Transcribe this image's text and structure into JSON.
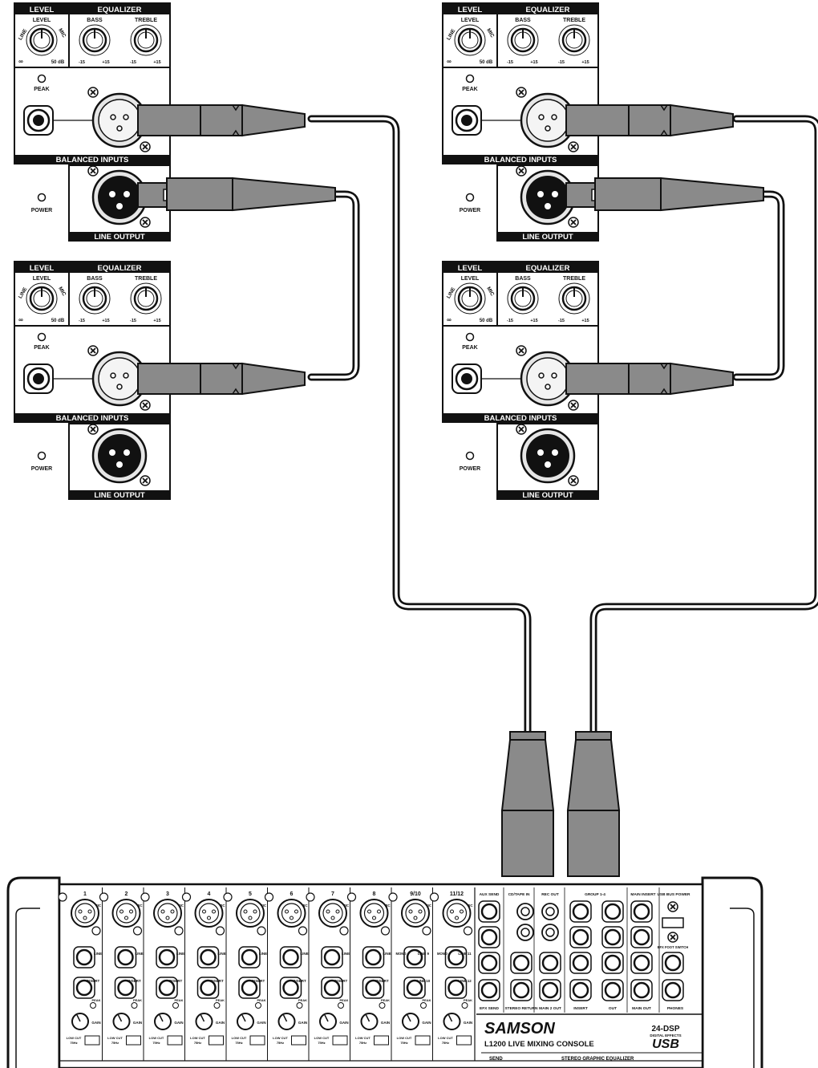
{
  "speaker_panel": {
    "level_header": "LEVEL",
    "eq_header": "EQUALIZER",
    "level_knob": "LEVEL",
    "bass_knob": "BASS",
    "treble_knob": "TREBLE",
    "line_label": "LINE",
    "mic_label": "MIC",
    "inf_label": "∞",
    "db_label": "50 dB",
    "eq_min": "-15",
    "eq_max": "+15",
    "peak_label": "PEAK",
    "balanced_inputs_label": "BALANCED INPUTS",
    "power_label": "POWER",
    "line_output_label": "LINE OUTPUT"
  },
  "speakers": [
    {
      "id": "top-left"
    },
    {
      "id": "bottom-left"
    },
    {
      "id": "top-right"
    },
    {
      "id": "bottom-right"
    }
  ],
  "mixer": {
    "brand": "SAMSON",
    "model": "L1200 LIVE MIXING CONSOLE",
    "dsp_badge": "24-DSP",
    "dsp_sub": "DIGITAL EFFECTS",
    "usb_badge": "USB",
    "channels": [
      "1",
      "2",
      "3",
      "4",
      "5",
      "6",
      "7",
      "8",
      "9/10",
      "11/12"
    ],
    "channel_labels": {
      "mic": "MIC",
      "line": "LINE",
      "insert": "INSERT",
      "peak": "PEAK",
      "gain": "GAIN",
      "low_cut": "LOW CUT",
      "low_cut_freq": "75Hz",
      "mono": "MONO",
      "line_9": "LINE 9",
      "line_10": "LINE 10",
      "line_11": "LINE 11",
      "line_12": "LINE 12"
    },
    "master_labels": {
      "aux_send": "AUX SEND",
      "cd_tape_in": "CD/TAPE IN",
      "rec_out": "REC OUT",
      "group": "GROUP 1-4",
      "main_insert": "MAIN INSERT",
      "usb_bus_power": "USB BUS POWER",
      "efx_foot_switch": "EFX FOOT SWITCH",
      "efx_send": "EFX SEND",
      "stereo_return": "STEREO RETURN",
      "main2_out": "MAIN 2 OUT",
      "insert": "INSERT",
      "out": "OUT",
      "main_out": "MAIN OUT",
      "phones": "PHONES",
      "send": "SEND",
      "stereo_graphic_eq": "STEREO GRAPHIC EQUALIZER"
    }
  }
}
